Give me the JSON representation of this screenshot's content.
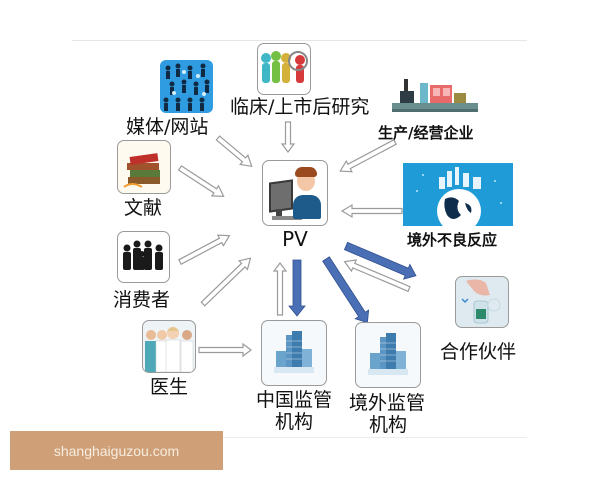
{
  "diagram": {
    "center": {
      "label": "PV",
      "icon": "operator-at-computer-icon"
    },
    "sources": [
      {
        "id": "media",
        "label": "媒体/网站",
        "icon": "crowd-icon"
      },
      {
        "id": "clinical",
        "label": "临床/上市后研究",
        "icon": "research-people-magnifier-icon"
      },
      {
        "id": "manufacturer",
        "label": "生产/经营企业",
        "icon": "factory-icon"
      },
      {
        "id": "literature",
        "label": "文献",
        "icon": "books-icon"
      },
      {
        "id": "overseas_adr",
        "label": "境外不良反应",
        "icon": "globe-city-icon"
      },
      {
        "id": "consumer",
        "label": "消费者",
        "icon": "people-group-icon"
      },
      {
        "id": "doctor",
        "label": "医生",
        "icon": "doctors-icon"
      },
      {
        "id": "partner",
        "label": "合作伙伴",
        "icon": "hand-medicine-icon"
      }
    ],
    "targets": [
      {
        "id": "cn_regulator",
        "label_line1": "中国监管",
        "label_line2": "机构",
        "icon": "building-icon"
      },
      {
        "id": "overseas_regulator",
        "label_line1": "境外监管",
        "label_line2": "机构",
        "icon": "building-icon"
      }
    ],
    "colors": {
      "outline_arrow": "#9b9b9b",
      "solid_arrow": "#4a6fb5",
      "solid_arrow_edge": "#2f4f8f",
      "watermark_bg": "#cfa078",
      "watermark_text": "#f6ecdf"
    }
  },
  "watermark": {
    "text": "shanghaiguzou.com"
  }
}
